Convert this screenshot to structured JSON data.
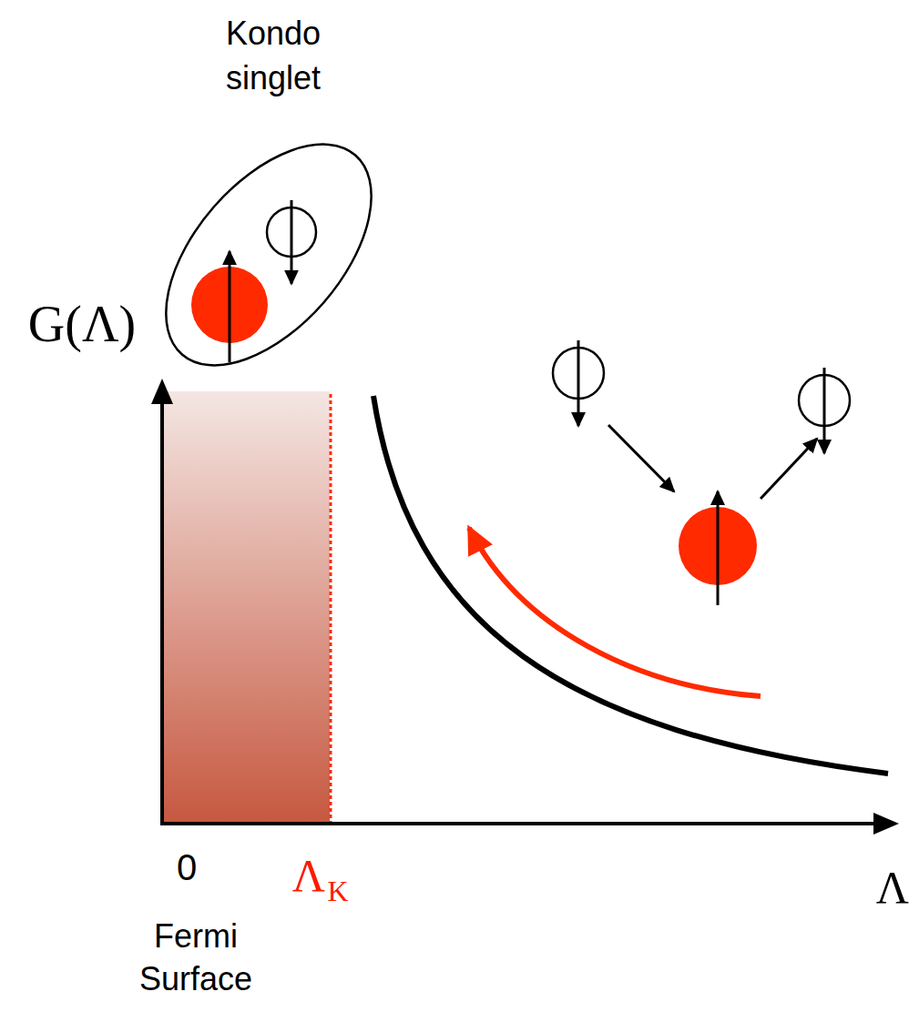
{
  "diagram": {
    "nodes": [
      {
        "text": [
          "Kondo singlet"
        ]
      }
    ],
    "labels": [
      "G(Λ)",
      "0",
      "Λ",
      "K",
      "Λ",
      "Fermi Surface"
    ]
  }
}
